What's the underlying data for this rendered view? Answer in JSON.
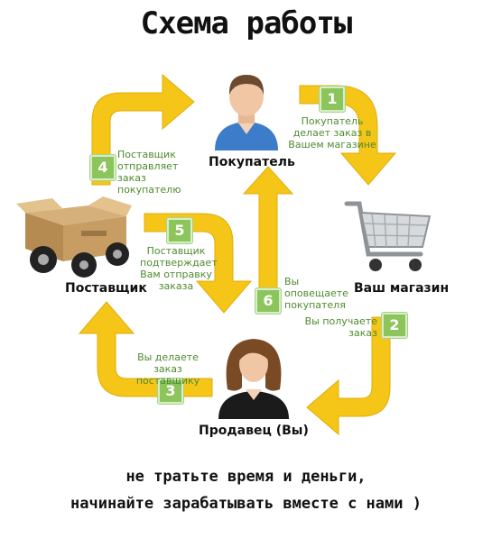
{
  "title": "Схема работы",
  "nodes": {
    "buyer": "Покупатель",
    "store": "Ваш магазин",
    "supplier": "Поставщик",
    "seller": "Продавец (Вы)"
  },
  "steps": [
    {
      "number": "1",
      "text": "Покупатель делает заказ в Вашем магазине"
    },
    {
      "number": "2",
      "text": "Вы получаете заказ"
    },
    {
      "number": "3",
      "text": "Вы делаете заказ поставщику"
    },
    {
      "number": "4",
      "text": "Поставщик отправляет заказ покупателю"
    },
    {
      "number": "5",
      "text": "Поставщик подтверждает Вам отправку заказа"
    },
    {
      "number": "6",
      "text": "Вы оповещаете покупателя"
    }
  ],
  "footer": {
    "line1": "не тратьте время и деньги,",
    "line2": "начинайте зарабатывать вместе с нами )"
  },
  "colors": {
    "arrow": "#f5c518",
    "badge": "#8cc55b",
    "note": "#4f8a2f"
  },
  "icons": {
    "buyer": "man-avatar-icon",
    "store": "shopping-cart-icon",
    "supplier": "box-on-wheels-icon",
    "seller": "woman-avatar-icon"
  }
}
